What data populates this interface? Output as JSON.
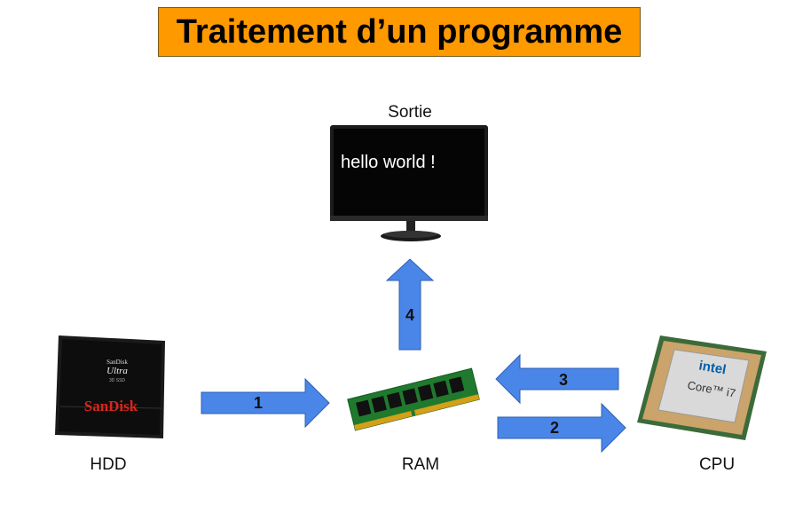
{
  "title": "Traitement d’un programme",
  "nodes": {
    "output": {
      "label": "Sortie",
      "screen_text": "hello world !",
      "icon": "monitor-icon"
    },
    "hdd": {
      "label": "HDD",
      "brand_line1": "SanDisk",
      "brand_line2": "Ultra",
      "brand_sub": "3D SSD",
      "brand": "SanDisk",
      "icon": "ssd-icon"
    },
    "ram": {
      "label": "RAM",
      "icon": "ram-module-icon"
    },
    "cpu": {
      "label": "CPU",
      "brand": "intel",
      "model": "Core™ i7",
      "icon": "cpu-chip-icon"
    }
  },
  "arrows": [
    {
      "label": "1",
      "from": "HDD",
      "to": "RAM"
    },
    {
      "label": "2",
      "from": "RAM",
      "to": "CPU"
    },
    {
      "label": "3",
      "from": "CPU",
      "to": "RAM"
    },
    {
      "label": "4",
      "from": "RAM",
      "to": "Sortie"
    }
  ],
  "colors": {
    "title_bg": "#ff9900",
    "arrow_fill": "#4a86e8",
    "arrow_stroke": "#2f5fb3"
  }
}
